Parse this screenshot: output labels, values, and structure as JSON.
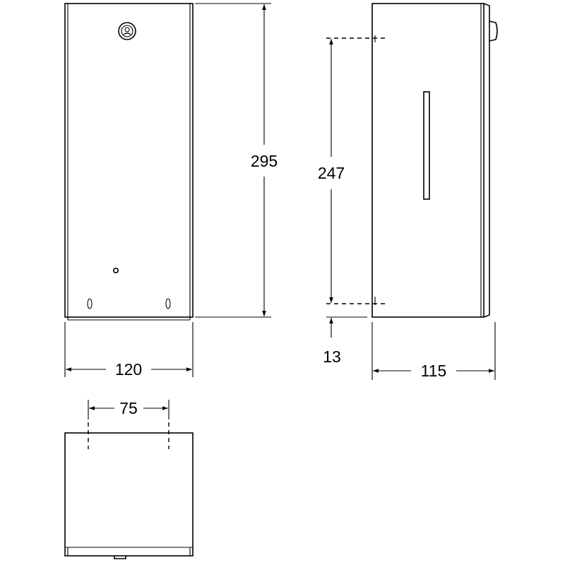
{
  "dimensions": {
    "height_total": "295",
    "height_inner": "247",
    "offset_bottom": "13",
    "width_front": "120",
    "depth_side": "115",
    "mount_spacing": "75"
  }
}
